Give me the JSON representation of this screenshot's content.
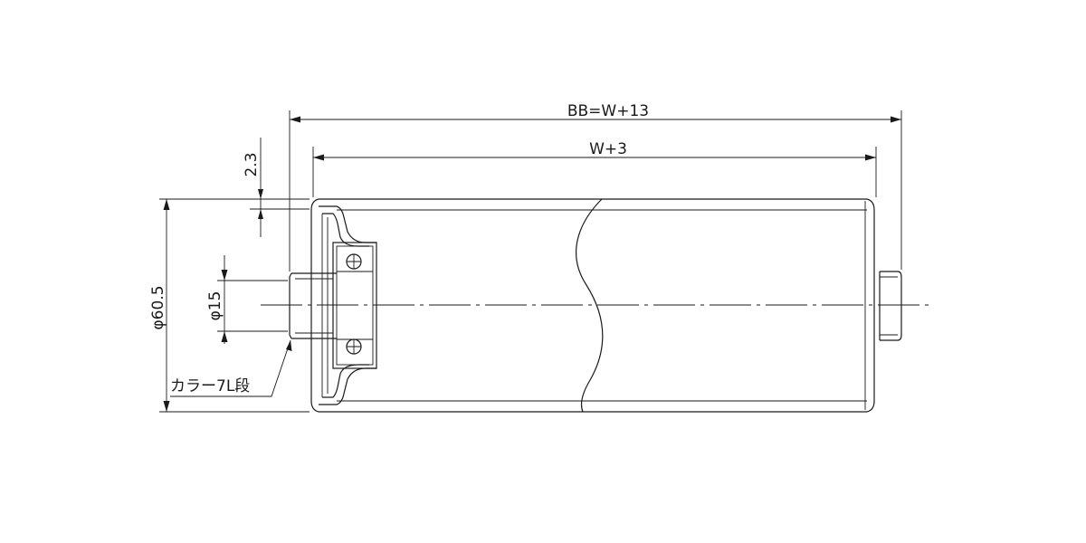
{
  "dimensions": {
    "overall_length": "BB=W+13",
    "tube_length": "W+3",
    "tube_wall": "2.3",
    "tube_diameter": "φ60.5",
    "shaft_diameter": "φ15",
    "collar_note": "カラー7L段"
  }
}
